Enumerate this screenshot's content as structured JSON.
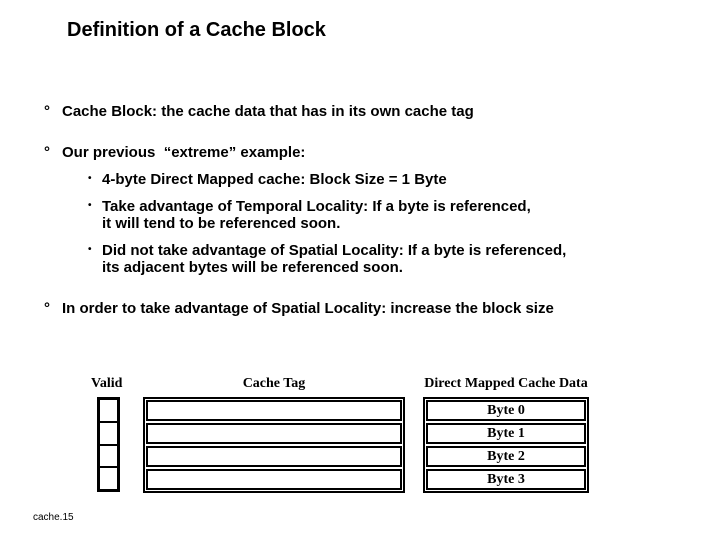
{
  "title": "Definition of a Cache Block",
  "footer": "cache.15",
  "bullets": {
    "b1": {
      "marker": "°",
      "text": "Cache Block: the cache data that has in its own cache tag"
    },
    "b2": {
      "marker": "°",
      "text": "Our previous  “extreme” example:"
    },
    "s1": {
      "marker": "•",
      "text": "4-byte Direct Mapped cache: Block Size = 1 Byte"
    },
    "s2": {
      "marker": "•",
      "text": "Take advantage of Temporal Locality: If a byte is referenced,\nit will tend to be referenced soon."
    },
    "s3": {
      "marker": "•",
      "text": "Did not take advantage of Spatial Locality: If a byte is referenced,\nits adjacent bytes will be referenced soon."
    },
    "b3": {
      "marker": "°",
      "text": "In order to take advantage of Spatial Locality: increase the block size"
    }
  },
  "diagram": {
    "valid_label": "Valid",
    "cache_tag_label": "Cache Tag",
    "data_label": "Direct Mapped Cache Data",
    "rows": 4,
    "byte_labels": [
      "Byte 0",
      "Byte 1",
      "Byte 2",
      "Byte 3"
    ]
  },
  "colors": {
    "background": "#ffffff",
    "text": "#000000",
    "line": "#000000"
  }
}
